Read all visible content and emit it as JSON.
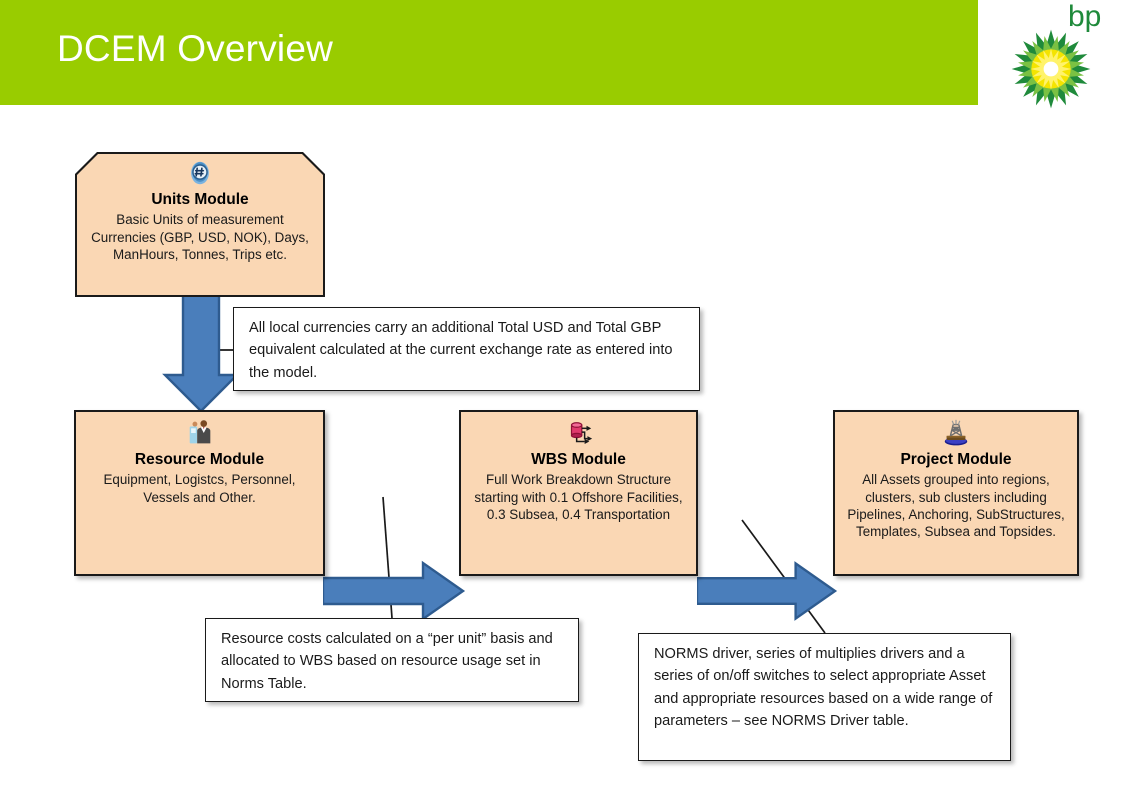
{
  "header": {
    "title": "DCEM Overview",
    "bar_color": "#99cc00",
    "title_color": "#ffffff"
  },
  "logo": {
    "wordmark": "bp",
    "helios_icon": "bp-helios-sunburst-icon",
    "green": "#1f8a3b",
    "mid_green": "#5eb130",
    "yellow": "#f2e600",
    "light_yellow": "#fff36b"
  },
  "diagram": {
    "box_fill": "#fad7b4",
    "box_border": "#1a1a1a",
    "arrow_fill": "#4a7ebb",
    "arrow_stroke": "#2e5b8f",
    "modules": [
      {
        "id": "units",
        "icon": "hash-number-icon",
        "title": "Units Module",
        "description": "Basic Units of measurement Currencies (GBP, USD, NOK), Days, ManHours, Tonnes, Trips etc.",
        "lines": [
          "Basic Units of measurement",
          "Currencies (GBP, USD, NOK),",
          "Days, ManHours, Tonnes,",
          "Trips etc."
        ]
      },
      {
        "id": "resource",
        "icon": "person-worker-icon",
        "title": "Resource Module",
        "description": "Equipment, Logistcs, Personnel, Vessels and Other.",
        "lines": [
          "Equipment, Logistcs, Personnel,",
          "Vessels and Other."
        ]
      },
      {
        "id": "wbs",
        "icon": "database-branch-icon",
        "title": "WBS Module",
        "description": "Full Work Breakdown Structure starting with 0.1 Offshore Facilities, 0.3 Subsea, 0.4 Transportation",
        "lines": [
          "Full Work Breakdown Structure",
          "starting with 0.1 Offshore",
          "Facilities, 0.3 Subsea, 0.4",
          "Transportation"
        ]
      },
      {
        "id": "project",
        "icon": "oil-rig-platform-icon",
        "title": "Project Module",
        "description": "All Assets grouped into regions, clusters, sub clusters including Pipelines, Anchoring, SubStructures, Templates, Subsea and Topsides.",
        "lines": [
          "All Assets grouped into regions,",
          "clusters, sub clusters including",
          "Pipelines, Anchoring,",
          "SubStructures, Templates, Subsea",
          "and Topsides."
        ]
      }
    ],
    "callouts": [
      {
        "id": "currency",
        "text": "All local currencies carry an additional Total USD and Total GBP equivalent calculated at the current exchange rate as entered into the model."
      },
      {
        "id": "resource-cost",
        "text": "Resource costs calculated on a “per unit” basis and allocated to WBS based on resource usage set in Norms Table."
      },
      {
        "id": "norms",
        "text": "NORMS driver, series of multiplies drivers and a series of on/off switches to select appropriate Asset and appropriate resources based on a wide range of parameters – see NORMS Driver table."
      }
    ],
    "arrows": [
      {
        "id": "units-to-resource",
        "direction": "down"
      },
      {
        "id": "resource-to-wbs",
        "direction": "right"
      },
      {
        "id": "wbs-to-project",
        "direction": "right"
      }
    ]
  }
}
